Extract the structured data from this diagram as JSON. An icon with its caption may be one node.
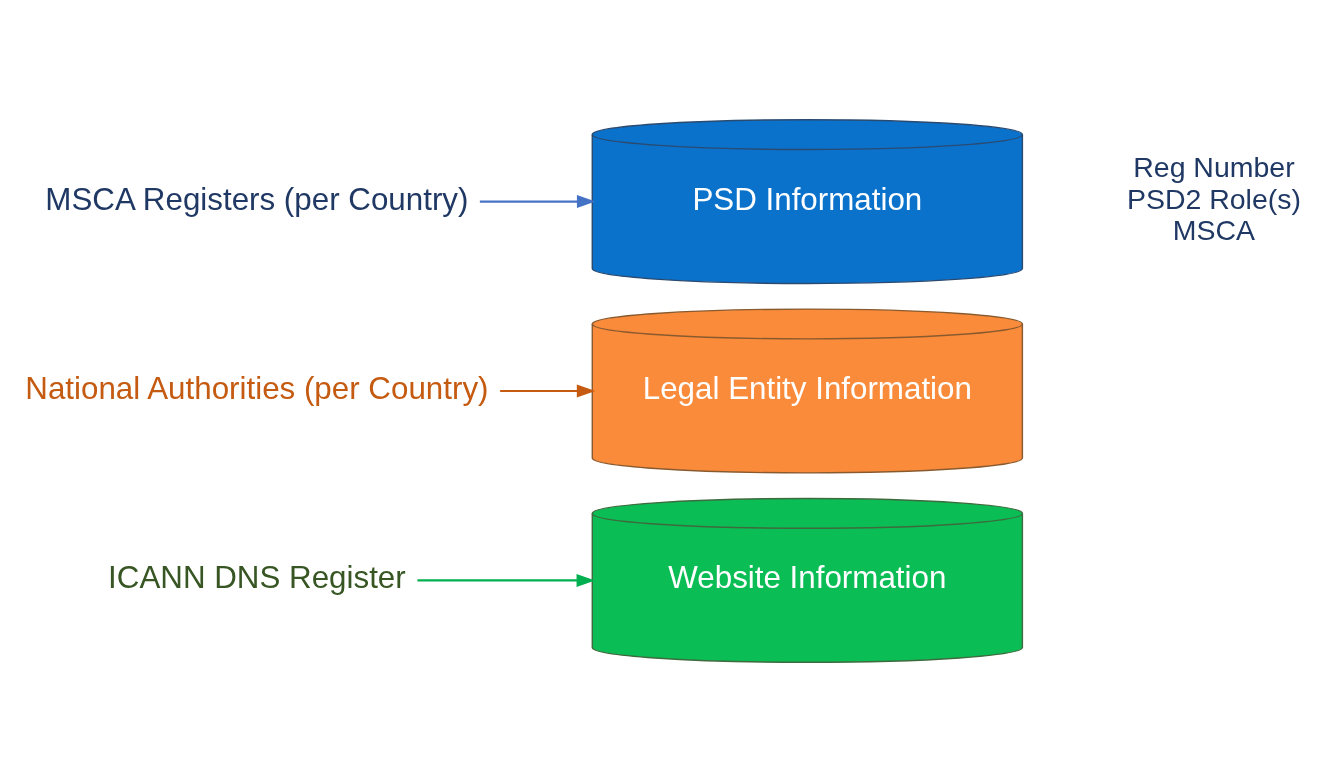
{
  "diagram": {
    "nodes": [
      {
        "text": [
          "ICANN DNS Register"
        ]
      },
      {
        "text": [
          "Website Information"
        ]
      },
      {
        "text": [
          "National Authorities (per Country)"
        ]
      },
      {
        "text": [
          "Legal Entity Information"
        ]
      },
      {
        "text": [
          "MSCA Registers (per Country)"
        ]
      },
      {
        "text": [
          "PSD Information"
        ],
        "beside": [
          "Reg Number",
          "PSD2 Role(s)",
          "MSCA"
        ]
      }
    ],
    "edges": [
      {
        "from": 0,
        "to": 1,
        "arrow": "to",
        "color": "#00b050"
      },
      {
        "from": 2,
        "to": 3,
        "arrow": "to",
        "color": "#c55a11"
      },
      {
        "from": 4,
        "to": 5,
        "arrow": "to",
        "color": "#4472c4"
      }
    ]
  }
}
